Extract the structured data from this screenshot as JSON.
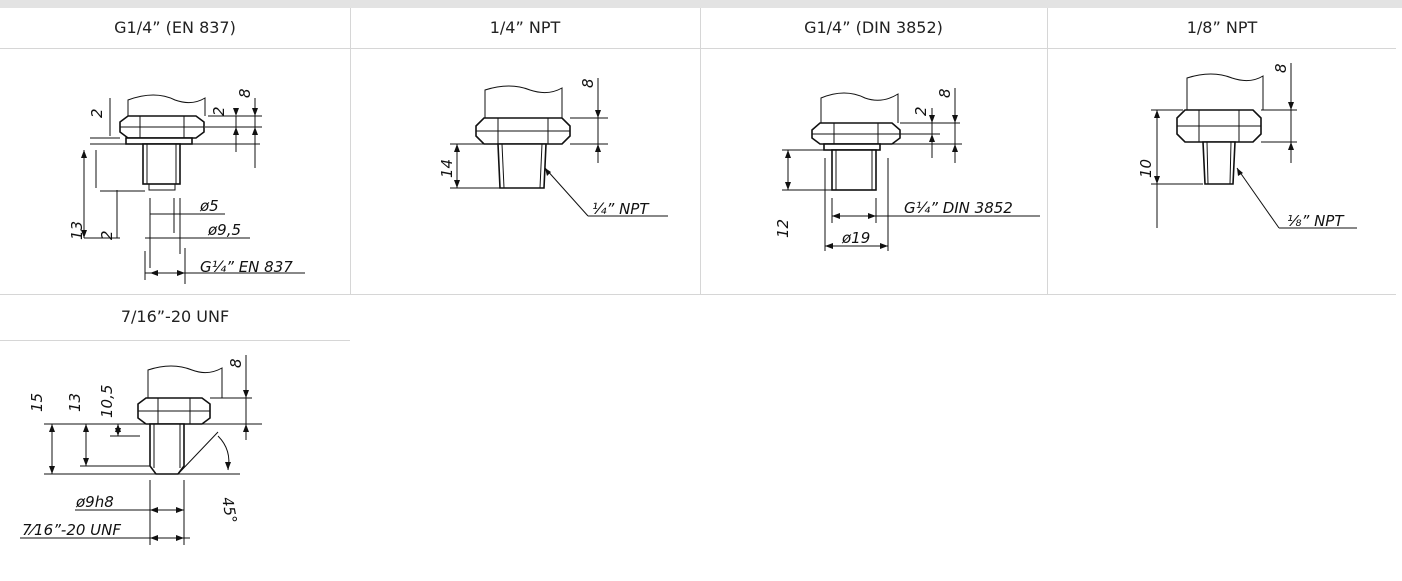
{
  "headers": [
    "G1/4” (EN 837)",
    "1/4” NPT",
    "G1/4” (DIN 3852)",
    "1/8” NPT",
    "7/16”-20 UNF"
  ],
  "dims": {
    "en837": {
      "d1": "2",
      "d2": "2",
      "d3": "8",
      "d4": "13",
      "d5": "2",
      "dia1": "ø5",
      "dia2": "ø9,5",
      "thread": "G¼” EN 837"
    },
    "npt14": {
      "d1": "8",
      "d2": "14",
      "thread": "¼” NPT"
    },
    "din3852": {
      "d1": "2",
      "d2": "8",
      "d3": "12",
      "thread": "G¼” DIN 3852",
      "dia": "ø19"
    },
    "npt18": {
      "d1": "8",
      "d2": "10",
      "thread": "⅛” NPT"
    },
    "unf": {
      "d1": "15",
      "d2": "13",
      "d3": "10,5",
      "d4": "8",
      "dia": "ø9h8",
      "angle": "45°",
      "thread": "7⁄16”-20 UNF"
    }
  }
}
